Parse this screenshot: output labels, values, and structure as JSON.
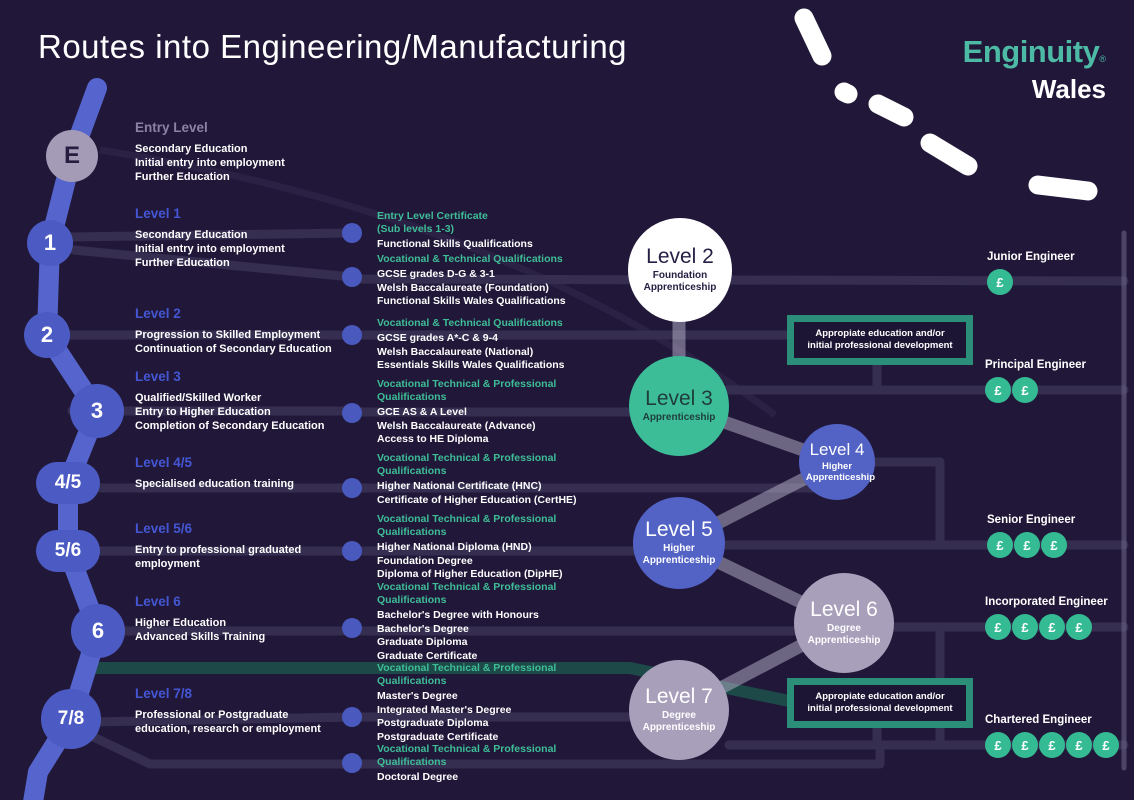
{
  "page": {
    "title": "Routes into Engineering/Manufacturing",
    "brand": "Enginuity",
    "brand_mark": "®",
    "region": "Wales"
  },
  "colors": {
    "background": "#211839",
    "accent_teal": "#3ebd97",
    "brand_teal": "#4cbaa5",
    "route_blue": "#4c5bc4",
    "level_header_blue": "#4456d4",
    "entry_header_gray": "#8a82a5",
    "circle_gray": "#a89fbb",
    "badge_teal": "#35bb93",
    "box_border_teal": "#2b8e79",
    "dark_teal_line": "#1d4a49"
  },
  "symbols": {
    "pound": "£"
  },
  "levels": [
    {
      "id": "E",
      "header": "Entry Level",
      "lines": [
        "Secondary Education",
        "Initial entry into employment",
        "Further Education"
      ]
    },
    {
      "id": "1",
      "header": "Level 1",
      "lines": [
        "Secondary Education",
        "Initial entry into employment",
        "Further Education"
      ]
    },
    {
      "id": "2",
      "header": "Level 2",
      "lines": [
        "Progression to Skilled Employment",
        "Continuation of Secondary Education"
      ]
    },
    {
      "id": "3",
      "header": "Level 3",
      "lines": [
        "Qualified/Skilled Worker",
        "Entry to Higher Education",
        "Completion of Secondary Education"
      ]
    },
    {
      "id": "4/5",
      "header": "Level 4/5",
      "lines": [
        "Specialised education training"
      ]
    },
    {
      "id": "5/6",
      "header": "Level 5/6",
      "lines": [
        "Entry to professional graduated",
        "employment"
      ]
    },
    {
      "id": "6",
      "header": "Level 6",
      "lines": [
        "Higher  Education",
        "Advanced Skills Training"
      ]
    },
    {
      "id": "7/8",
      "header": "Level 7/8",
      "lines": [
        "Professional or Postgraduate",
        "education, research or employment"
      ]
    }
  ],
  "qual_groups": [
    {
      "heading_lines": [
        "Entry Level Certificate",
        "(Sub levels 1-3)"
      ],
      "items": [
        "Functional Skills Qualifications"
      ]
    },
    {
      "heading_lines": [
        "Vocational & Technical Qualifications",
        ""
      ],
      "items": [
        "GCSE grades D-G & 3-1",
        "Welsh Baccalaureate (Foundation)",
        "Functional Skills Wales Qualifications"
      ]
    },
    {
      "heading_lines": [
        "Vocational & Technical Qualifications",
        ""
      ],
      "items": [
        "GCSE grades A*-C & 9-4",
        "Welsh Baccalaureate (National)",
        "Essentials Skills Wales Qualifications"
      ]
    },
    {
      "heading_lines": [
        "Vocational Technical & Professional",
        "Qualifications"
      ],
      "items": [
        "GCE AS & A Level",
        "Welsh Baccalaureate (Advance)",
        "Access to HE Diploma"
      ]
    },
    {
      "heading_lines": [
        "Vocational Technical & Professional",
        "Qualifications"
      ],
      "items": [
        "Higher National Certificate (HNC)",
        "Certificate of Higher Education (CertHE)"
      ]
    },
    {
      "heading_lines": [
        "Vocational Technical & Professional",
        "Qualifications"
      ],
      "items": [
        "Higher National Diploma (HND)",
        "Foundation Degree",
        "Diploma of Higher Education (DipHE)"
      ]
    },
    {
      "heading_lines": [
        "Vocational Technical & Professional",
        "Qualifications"
      ],
      "items": [
        "Bachelor's Degree with Honours",
        "Bachelor's Degree",
        "Graduate Diploma",
        "Graduate Certificate"
      ]
    },
    {
      "heading_lines": [
        "Vocational Technical & Professional",
        "Qualifications"
      ],
      "items": [
        "Master's Degree",
        "Integrated Master's Degree",
        "Postgraduate Diploma",
        "Postgraduate Certificate"
      ]
    },
    {
      "heading_lines": [
        "Vocational Technical & Professional",
        "Qualifications"
      ],
      "items": [
        "Doctoral Degree"
      ]
    }
  ],
  "apprenticeships": [
    {
      "title": "Level 2",
      "subtitle": "Foundation Apprenticeship"
    },
    {
      "title": "Level 3",
      "subtitle": "Apprenticeship"
    },
    {
      "title": "Level 4",
      "subtitle": "Higher Apprenticeship"
    },
    {
      "title": "Level 5",
      "subtitle": "Higher Apprenticeship"
    },
    {
      "title": "Level 6",
      "subtitle": "Degree Apprenticeship"
    },
    {
      "title": "Level 7",
      "subtitle": "Degree Apprenticeship"
    }
  ],
  "notes": [
    {
      "lines": [
        "Appropiate education and/or",
        "initial professional development"
      ]
    },
    {
      "lines": [
        "Appropiate education and/or",
        "initial professional development"
      ]
    }
  ],
  "careers": [
    {
      "label": "Junior Engineer",
      "pounds": 1
    },
    {
      "label": "Principal Engineer",
      "pounds": 2
    },
    {
      "label": "Senior Engineer",
      "pounds": 3
    },
    {
      "label": "Incorporated Engineer",
      "pounds": 4
    },
    {
      "label": "Chartered Engineer",
      "pounds": 5
    }
  ]
}
